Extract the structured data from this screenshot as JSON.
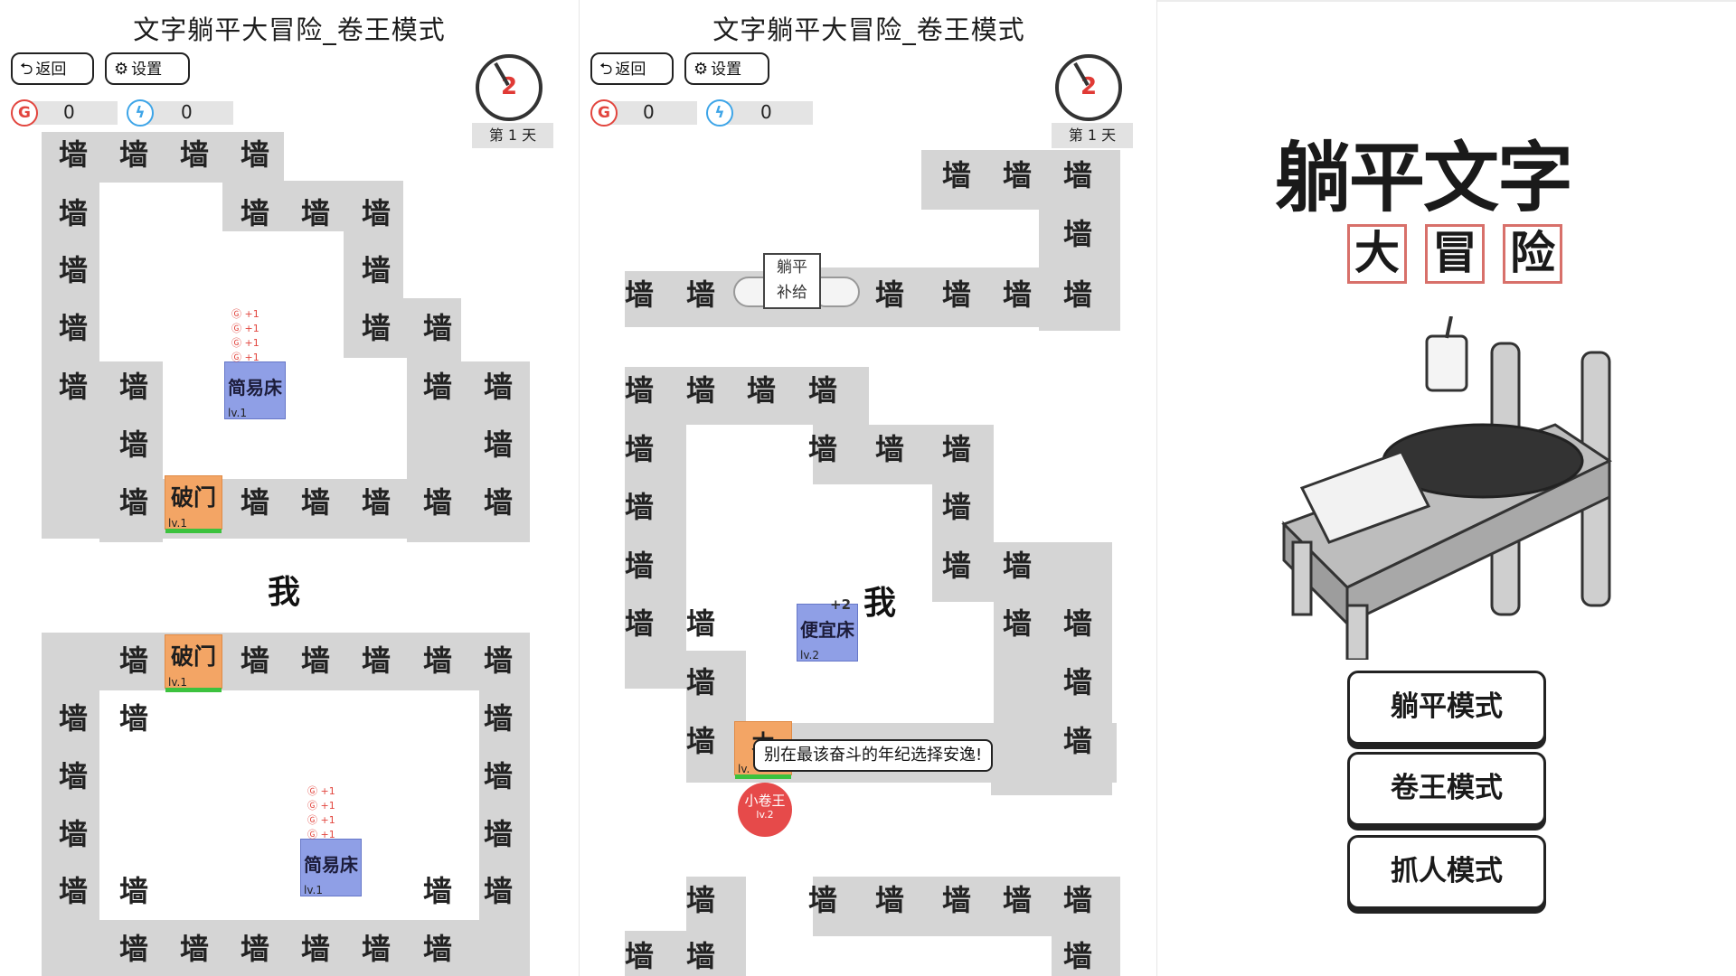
{
  "left": {
    "title": "文字躺平大冒险_卷王模式",
    "back_label": "返回",
    "settings_label": "设置",
    "coins": "0",
    "energy": "0",
    "timer": "2",
    "day": "第 1 天",
    "wall": "墙",
    "door_upper": "破门",
    "door_upper_lv": "lv.1",
    "door_lower": "破门",
    "door_lower_lv": "lv.1",
    "bed_upper": "简易床",
    "bed_upper_lv": "lv.1",
    "bed_lower": "简易床",
    "bed_lower_lv": "lv.1",
    "me": "我",
    "gain": "+1"
  },
  "middle": {
    "title": "文字躺平大冒险_卷王模式",
    "back_label": "返回",
    "settings_label": "设置",
    "coins": "0",
    "energy": "0",
    "timer": "2",
    "day": "第 1 天",
    "wall": "墙",
    "supply_line1": "躺平",
    "supply_line2": "补给",
    "bed": "便宜床",
    "bed_lv": "lv.2",
    "bed_bonus": "+2",
    "me": "我",
    "door_partial": "木",
    "door_lv": "lv.",
    "tip": "别在最该奋斗的年纪选择安逸!",
    "enemy_name": "小卷王",
    "enemy_lv": "lv.2"
  },
  "right": {
    "logo_line1": "躺平文字",
    "logo_line2": [
      "大",
      "冒",
      "险"
    ],
    "modes": [
      "躺平模式",
      "卷王模式",
      "抓人模式"
    ]
  },
  "colors": {
    "wall": "#d5d5d5",
    "door": "#f3a565",
    "bed": "#8f9fe6",
    "enemy": "#e64a4a",
    "coin": "#e2453e",
    "energy": "#3ea5e8",
    "timer_number": "#e03a35"
  },
  "icons": [
    "back-arrow-icon",
    "gear-icon",
    "coin-icon",
    "energy-icon",
    "clock-icon",
    "wing-icon"
  ]
}
